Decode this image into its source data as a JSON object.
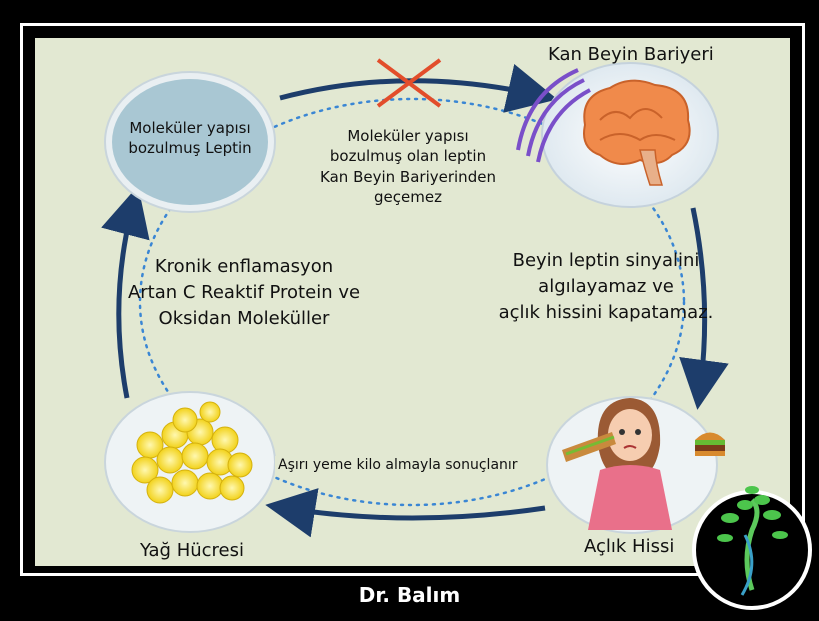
{
  "nodes": {
    "leptin": {
      "label_line1": "Moleküler yapısı",
      "label_line2": "bozulmuş Leptin"
    },
    "brain": {
      "label": "Kan Beyin Bariyeri"
    },
    "hunger": {
      "label": "Açlık Hissi"
    },
    "fat": {
      "label": "Yağ Hücresi"
    }
  },
  "steps": {
    "barrier": [
      "Moleküler yapısı",
      "bozulmuş olan leptin",
      "Kan Beyin Bariyerinden",
      "geçemez"
    ],
    "signal": [
      "Beyin leptin sinyalini",
      "algılayamaz ve",
      "açlık hissini kapatamaz."
    ],
    "overeating": "Aşırı yeme kilo almayla sonuçlanır",
    "inflammation": [
      "Kronik enflamasyon",
      "Artan C Reaktif Protein ve",
      "Oksidan Moleküller"
    ]
  },
  "footer": "Dr. Balım",
  "colors": {
    "arrow": "#1d3d6b",
    "dots": "#3a86d4",
    "cross": "#e24d2b",
    "barrier": "#7a4fc9",
    "panel": "#e2e8d2"
  }
}
